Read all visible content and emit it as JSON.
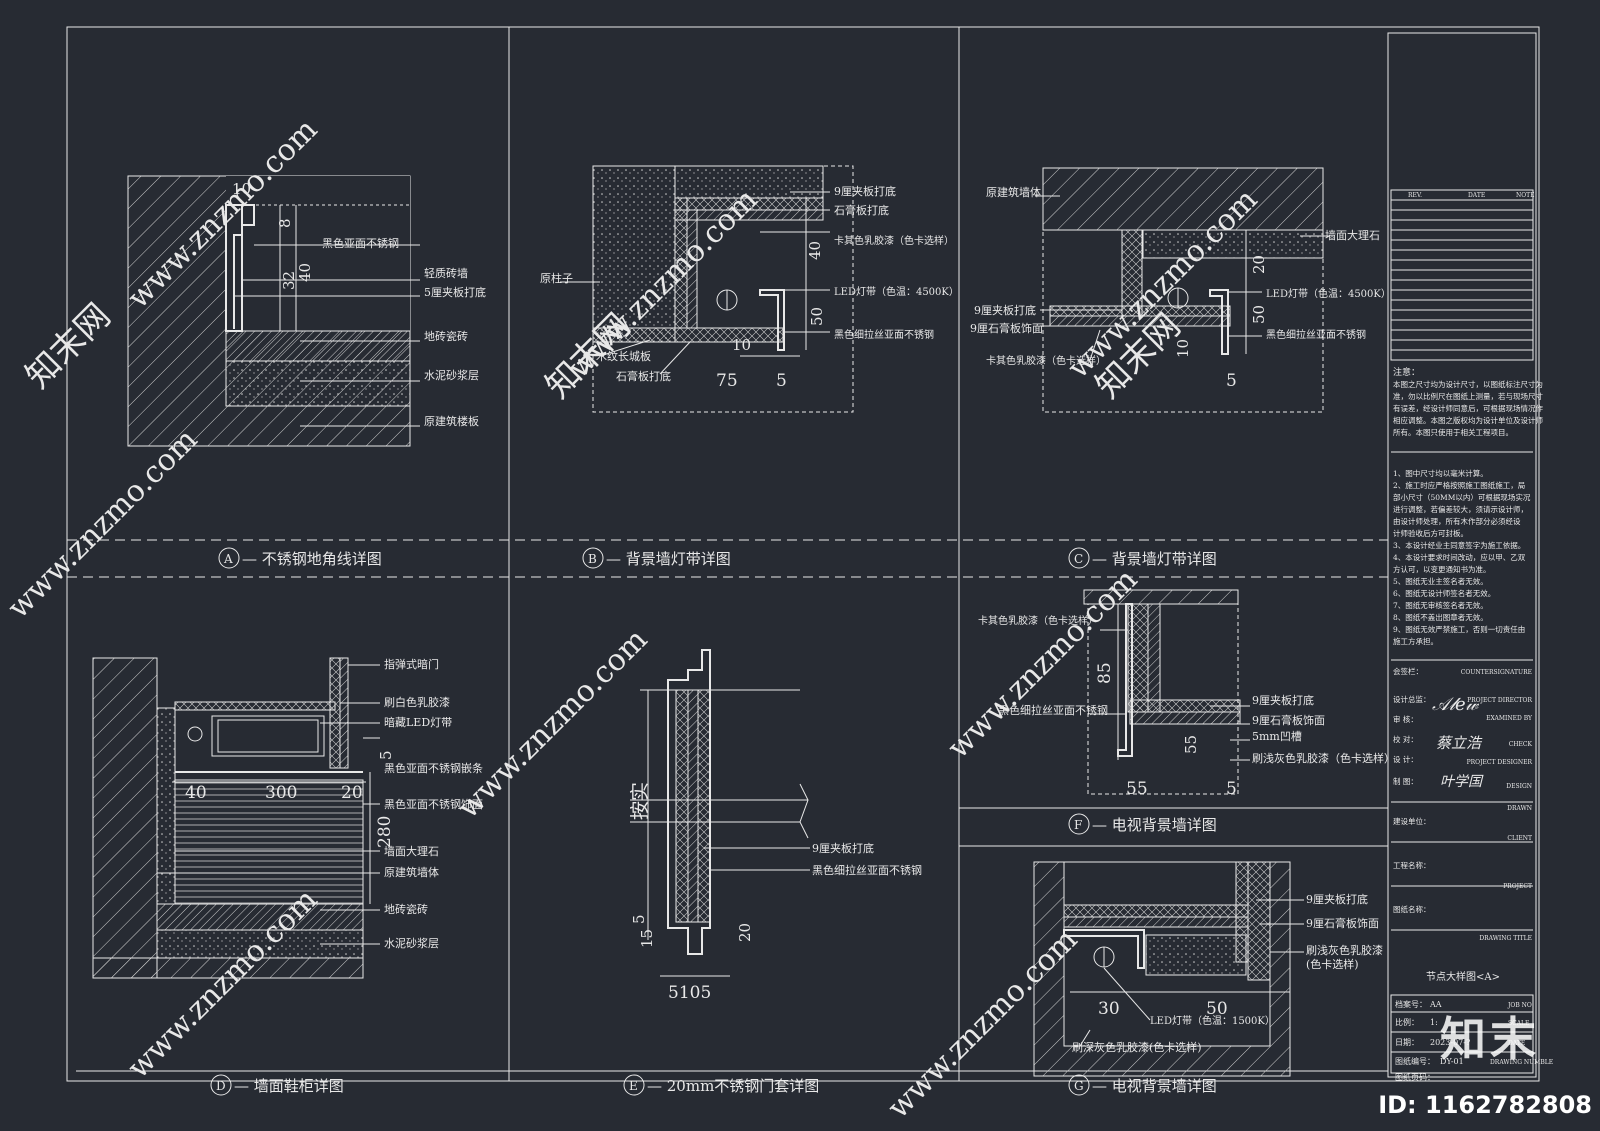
{
  "panels": {
    "A": {
      "letter": "A",
      "title": "— 不锈钢地角线详图",
      "labels": [
        "黑色亚面不锈钢",
        "轻质砖墙",
        "5厘夹板打底",
        "地砖瓷砖",
        "水泥砂浆层",
        "原建筑楼板"
      ],
      "dims": [
        "10",
        "8",
        "40",
        "32"
      ]
    },
    "B": {
      "letter": "B",
      "title": "— 背景墙灯带详图",
      "labels": [
        "9厘夹板打底",
        "石膏板打底",
        "卡其色乳胶漆（色卡选样）",
        "原柱子",
        "LED灯带（色温：4500K）",
        "黑色细拉丝亚面不锈钢",
        "木纹长城板",
        "石膏板打底"
      ],
      "dims": [
        "40",
        "50",
        "10",
        "75",
        "5"
      ]
    },
    "C": {
      "letter": "C",
      "title": "— 背景墙灯带详图",
      "labels": [
        "原建筑墙体",
        "墙面大理石",
        "LED灯带（色温：4500K）",
        "9厘夹板打底",
        "9厘石膏板饰面",
        "黑色细拉丝亚面不锈钢",
        "卡其色乳胶漆（色卡选样）"
      ],
      "dims": [
        "20",
        "50",
        "10",
        "5"
      ]
    },
    "D": {
      "letter": "D",
      "title": "— 墙面鞋柜详图",
      "labels": [
        "指弹式暗门",
        "刷白色乳胶漆",
        "暗藏LED灯带",
        "黑色亚面不锈钢嵌条",
        "黑色亚面不锈钢饰面",
        "墙面大理石",
        "原建筑墙体",
        "地砖瓷砖",
        "水泥砂浆层"
      ],
      "dims": [
        "40",
        "300",
        "20",
        "5",
        "280"
      ]
    },
    "E": {
      "letter": "E",
      "title": "— 20mm不锈钢门套详图",
      "labels": [
        "按实",
        "9厘夹板打底",
        "黑色细拉丝亚面不锈钢"
      ],
      "dims": [
        "15",
        "5",
        "20",
        "5105"
      ]
    },
    "F": {
      "letter": "F",
      "title": "— 电视背景墙详图",
      "labels": [
        "卡其色乳胶漆（色卡选样）",
        "黑色细拉丝亚面不锈钢",
        "9厘夹板打底",
        "9厘石膏板饰面",
        "5mm凹槽",
        "刷浅灰色乳胶漆（色卡选样）"
      ],
      "dims": [
        "85",
        "55",
        "55",
        "5"
      ]
    },
    "G": {
      "letter": "G",
      "title": "— 电视背景墙详图",
      "labels": [
        "9厘夹板打底",
        "9厘石膏板饰面",
        "刷浅灰色乳胶漆",
        "(色卡选样)",
        "LED灯带（色温：1500K）",
        "刷深灰色乳胶漆(色卡选样)"
      ],
      "dims": [
        "30",
        "50"
      ]
    }
  },
  "titleblock": {
    "rev_headers": [
      "REV.",
      "DATE",
      "NOTE"
    ],
    "note_title": "注意：",
    "note_text": [
      "本图之尺寸均为设计尺寸，以图纸标注尺寸为",
      "准，勿以比例尺在图纸上测量，若与现场尺寸",
      "有误差，经设计师同意后，可根据现场情况作",
      "相应调整。本图之版权均为设计单位及设计师",
      "所有。本图只使用于相关工程项目。"
    ],
    "list": [
      "1、图中尺寸均以毫米计算。",
      "2、施工时应严格按照施工图纸施工，局",
      "   部小尺寸（50MM以内）可根据现场实况",
      "   进行调整，若偏差较大，须请示设计师，",
      "   由设计师处理，所有木作部分必须经设",
      "   计师验收后方可封板。",
      "3、本设计经业主同意签字为施工依据。",
      "4、本设计要求时间改动，应以甲、乙双",
      "   方认可，以变更通知书为准。",
      "5、图纸无业主签名者无效。",
      "6、图纸无设计师签名者无效。",
      "7、图纸无审核签名者无效。",
      "8、图纸不盖出图章者无效。",
      "9、图纸无效严禁施工，否则一切责任由",
      "   施工方承担。"
    ],
    "rows_cn": [
      "会签栏：",
      "设计总监：",
      "审    核：",
      "校    对：",
      "设    计：",
      "制    图：",
      "建设单位：",
      "工程名称：",
      "图纸名称："
    ],
    "rows_en": [
      "COUNTERSIGNATURE",
      "PROJECT DIRECTOR",
      "EXAMINED BY",
      "CHECK",
      "PROJECT DESIGNER",
      "DESIGN",
      "DRAWN",
      "CLIENT",
      "PROJECT",
      "DRAWING TITLE"
    ],
    "drawing_title": "节点大样图<A>",
    "job": {
      "label": "档案号：",
      "value": "AA",
      "en": "JOB NO"
    },
    "scale": {
      "label": "比例：",
      "value": "1:",
      "en": "SCALE"
    },
    "date": {
      "label": "日期：",
      "value": "2023-07-?",
      "en": "DATE"
    },
    "drawing_no": {
      "label": "图纸编号：",
      "value": "DY-01",
      "en": "DRAWING NUMBLE"
    },
    "last": {
      "label": "图纸页码：",
      "value": ""
    }
  },
  "watermark": {
    "site": "www.znzmo.com",
    "brand_cn": "知末网",
    "logo": "知末",
    "id": "ID: 1162782808"
  }
}
